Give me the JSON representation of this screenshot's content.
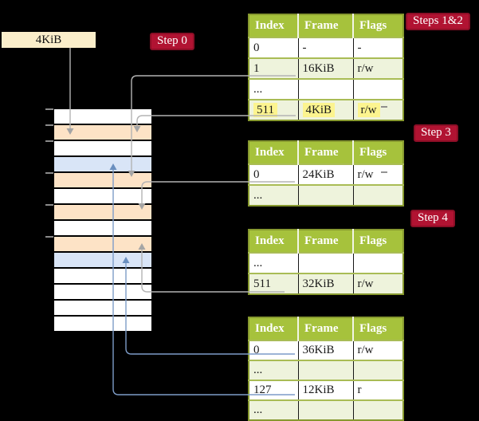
{
  "colors": {
    "background": "#000000",
    "badge_bg": "#b11332",
    "badge_border": "#8c0e26",
    "badge_text": "#ffffff",
    "table_header_bg": "#a6c23c",
    "table_border": "#87992f",
    "row_bg": "#ffffff",
    "row_alt_bg": "#eef3dc",
    "highlight_bg": "#fcf48f",
    "frame_label_bg": "#faeeca",
    "frame_free": "#ffffff",
    "frame_mapped_gray": "#fde3c6",
    "frame_mapped_blue": "#d9e5f7",
    "connector_gray": "#b3b3b3",
    "connector_blue": "#7d9cc8"
  },
  "frame_label": {
    "text": "4KiB"
  },
  "badges": {
    "step0": "Step 0",
    "steps12": "Steps 1&2",
    "step3": "Step 3",
    "step4": "Step 4"
  },
  "memory": {
    "rows": [
      {
        "fill": "free"
      },
      {
        "fill": "mapped"
      },
      {
        "fill": "free"
      },
      {
        "fill": "new"
      },
      {
        "fill": "mapped"
      },
      {
        "fill": "free"
      },
      {
        "fill": "mapped"
      },
      {
        "fill": "free"
      },
      {
        "fill": "mapped"
      },
      {
        "fill": "new"
      },
      {
        "fill": "free"
      },
      {
        "fill": "free"
      },
      {
        "fill": "free"
      },
      {
        "fill": "free"
      }
    ]
  },
  "tables": [
    {
      "name": "page-table-steps-1-2",
      "headers": [
        "Index",
        "Frame",
        "Flags"
      ],
      "rows": [
        {
          "cells": [
            "0",
            "-",
            "-"
          ],
          "shaded": false,
          "highlighted": false
        },
        {
          "cells": [
            "1",
            "16KiB",
            "r/w"
          ],
          "shaded": true,
          "highlighted": false
        },
        {
          "cells": [
            "...",
            "",
            ""
          ],
          "shaded": false,
          "highlighted": false
        },
        {
          "cells": [
            "511",
            "4KiB",
            "r/w"
          ],
          "shaded": true,
          "highlighted": true
        }
      ]
    },
    {
      "name": "page-table-step-3",
      "headers": [
        "Index",
        "Frame",
        "Flags"
      ],
      "rows": [
        {
          "cells": [
            "0",
            "24KiB",
            "r/w"
          ],
          "shaded": false,
          "highlighted": false
        },
        {
          "cells": [
            "...",
            "",
            ""
          ],
          "shaded": true,
          "highlighted": false
        }
      ]
    },
    {
      "name": "page-table-step-4",
      "headers": [
        "Index",
        "Frame",
        "Flags"
      ],
      "rows": [
        {
          "cells": [
            "...",
            "",
            ""
          ],
          "shaded": false,
          "highlighted": false
        },
        {
          "cells": [
            "511",
            "32KiB",
            "r/w"
          ],
          "shaded": true,
          "highlighted": false
        }
      ]
    },
    {
      "name": "page-table-final",
      "headers": [
        "Index",
        "Frame",
        "Flags"
      ],
      "rows": [
        {
          "cells": [
            "0",
            "36KiB",
            "r/w"
          ],
          "shaded": false,
          "highlighted": false
        },
        {
          "cells": [
            "...",
            "",
            ""
          ],
          "shaded": true,
          "highlighted": false
        },
        {
          "cells": [
            "127",
            "12KiB",
            "r"
          ],
          "shaded": false,
          "highlighted": false
        },
        {
          "cells": [
            "...",
            "",
            ""
          ],
          "shaded": true,
          "highlighted": false
        }
      ]
    }
  ],
  "connections": [
    {
      "from": "frame-size-label",
      "to": "frame-4KiB",
      "color": "gray"
    },
    {
      "from": "table1-row-1",
      "to": "frame-16KiB",
      "color": "gray"
    },
    {
      "from": "table1-row-511",
      "to": "frame-4KiB",
      "color": "gray"
    },
    {
      "from": "table2-row-0",
      "to": "frame-24KiB",
      "color": "gray"
    },
    {
      "from": "table3-row-511",
      "to": "frame-32KiB",
      "color": "gray"
    },
    {
      "from": "table4-row-0",
      "to": "frame-36KiB",
      "color": "blue"
    },
    {
      "from": "table4-row-127",
      "to": "frame-12KiB",
      "color": "blue"
    }
  ]
}
